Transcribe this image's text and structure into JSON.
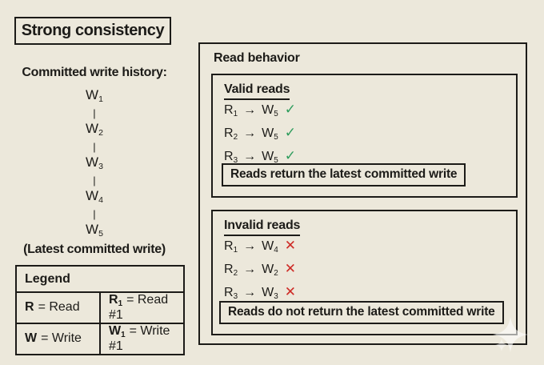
{
  "title": "Strong consistency",
  "colors": {
    "background": "#ECE8DB",
    "border": "#1C1B18",
    "check_green": "#2D9C5C",
    "cross_red": "#CE2B26"
  },
  "write_history": {
    "heading": "Committed write history:",
    "connector": "|",
    "writes": [
      {
        "label": "W",
        "sub": "1"
      },
      {
        "label": "W",
        "sub": "2"
      },
      {
        "label": "W",
        "sub": "3"
      },
      {
        "label": "W",
        "sub": "4"
      },
      {
        "label": "W",
        "sub": "5"
      }
    ],
    "caption": "(Latest committed write)"
  },
  "legend": {
    "heading": "Legend",
    "rows": [
      {
        "left_term": "R",
        "left_rest": "= Read",
        "right_term": "R",
        "right_term_sub": "1",
        "right_rest": "= Read #1"
      },
      {
        "left_term": "W",
        "left_rest": "= Write",
        "right_term": "W",
        "right_term_sub": "1",
        "right_rest": "= Write #1"
      }
    ]
  },
  "read_behavior": {
    "heading": "Read behavior",
    "arrow": "→",
    "valid": {
      "heading": "Valid reads",
      "mark": "✓",
      "rows": [
        {
          "read": "R",
          "read_sub": "1",
          "write": "W",
          "write_sub": "5"
        },
        {
          "read": "R",
          "read_sub": "2",
          "write": "W",
          "write_sub": "5"
        },
        {
          "read": "R",
          "read_sub": "3",
          "write": "W",
          "write_sub": "5"
        }
      ],
      "caption": "Reads return the latest committed write"
    },
    "invalid": {
      "heading": "Invalid reads",
      "mark": "✕",
      "rows": [
        {
          "read": "R",
          "read_sub": "1",
          "write": "W",
          "write_sub": "4"
        },
        {
          "read": "R",
          "read_sub": "2",
          "write": "W",
          "write_sub": "2"
        },
        {
          "read": "R",
          "read_sub": "3",
          "write": "W",
          "write_sub": "3"
        }
      ],
      "caption": "Reads do not return the latest committed write"
    }
  },
  "watermark_icon": "sparkle"
}
